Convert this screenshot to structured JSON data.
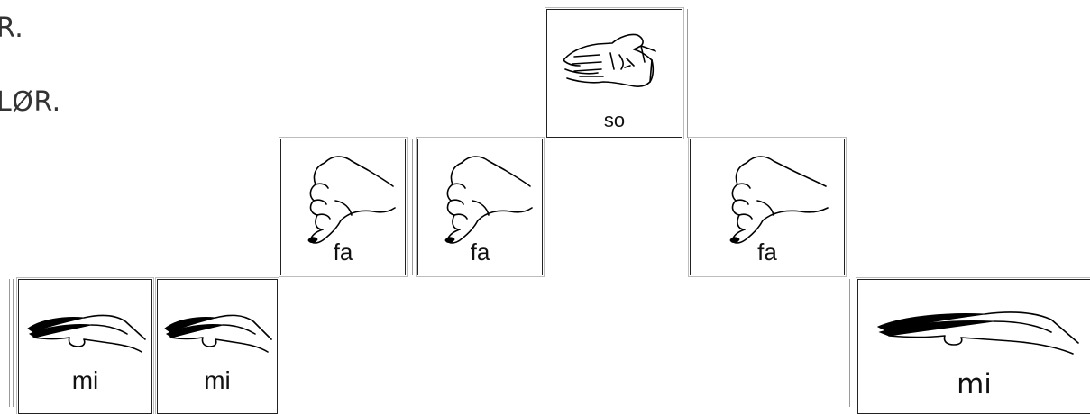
{
  "text_lines": [
    "R.",
    "LØR."
  ],
  "cards": {
    "so": "so",
    "fa1": "fa",
    "fa2": "fa",
    "fa3": "fa",
    "mi1": "mi",
    "mi2": "mi",
    "mi3": "mi"
  },
  "icons": {
    "so": "hand-flat-palm-icon",
    "fa": "hand-thumb-down-icon",
    "mi": "hand-flat-horizontal-icon"
  }
}
